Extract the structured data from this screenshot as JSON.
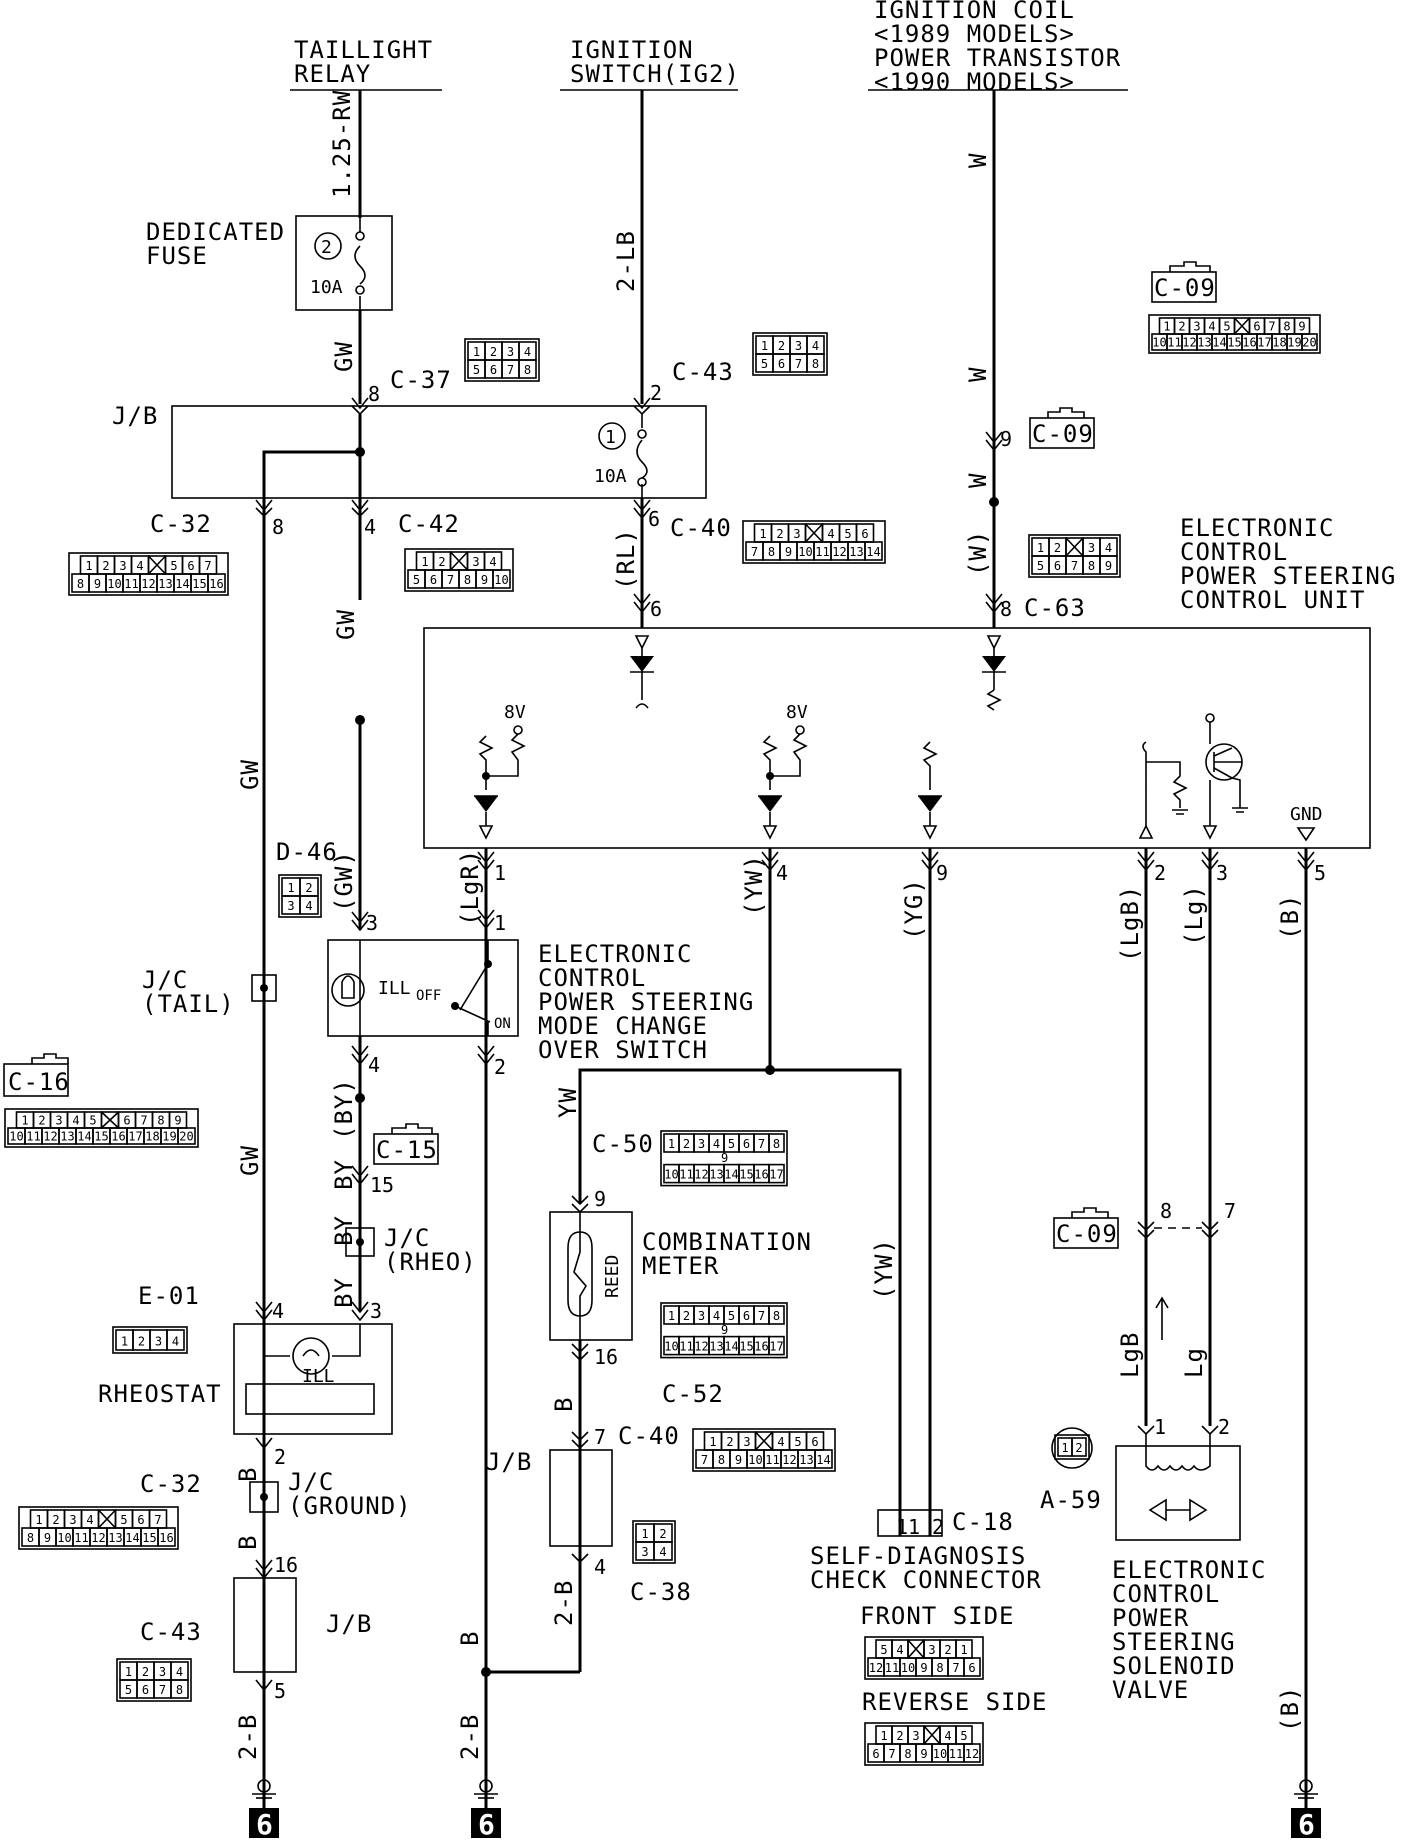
{
  "sources": {
    "taillight": "TAILLIGHT\nRELAY",
    "ignition_switch": "IGNITION\nSWITCH(IG2)",
    "ignition_coil": "IGNITION COIL\n<1989 MODELS>\nPOWER TRANSISTOR\n<1990 MODELS>"
  },
  "fuses": {
    "dedicated_label": "DEDICATED\nFUSE",
    "dedicated_num": "2",
    "dedicated_amp": "10A",
    "jb_num": "1",
    "jb_amp": "10A"
  },
  "wire_colors": {
    "w_rw": "1.25-RW",
    "w_2lb": "2-LB",
    "w_gw": "GW",
    "w_w": "W",
    "w_rl": "(RL)",
    "w_wp": "(W)",
    "w_gwp": "(GW)",
    "w_lgr": "(LgR)",
    "w_yw_p": "(YW)",
    "w_yg": "(YG)",
    "w_lgb_p": "(LgB)",
    "w_lg_p": "(Lg)",
    "w_b_p": "(B)",
    "w_by_p": "(BY)",
    "w_by": "BY",
    "w_yw": "YW",
    "w_b": "B",
    "w_2b": "2-B",
    "w_lgb": "LgB",
    "w_lg": "Lg"
  },
  "connectors": {
    "c37": "C-37",
    "c43": "C-43",
    "c32": "C-32",
    "c42": "C-42",
    "c40": "C-40",
    "c09": "C-09",
    "c63": "C-63",
    "d46": "D-46",
    "c16": "C-16",
    "c15": "C-15",
    "c50": "C-50",
    "c52": "C-52",
    "c18": "C-18",
    "c38": "C-38",
    "e01": "E-01",
    "a59": "A-59"
  },
  "blocks": {
    "jb": "J/B",
    "jc_tail": "J/C\n(TAIL)",
    "jc_rheo": "J/C\n(RHEO)",
    "jc_ground": "J/C\n(GROUND)",
    "rheostat": "RHEOSTAT",
    "ecu": "ELECTRONIC\nCONTROL\nPOWER STEERING\nCONTROL UNIT",
    "switch": "ELECTRONIC\nCONTROL\nPOWER STEERING\nMODE CHANGE\nOVER SWITCH",
    "meter": "COMBINATION\nMETER",
    "reed": "REED",
    "diag": "SELF-DIAGNOSIS\nCHECK CONNECTOR",
    "front_side": "FRONT SIDE",
    "reverse_side": "REVERSE SIDE",
    "valve": "ELECTRONIC\nCONTROL\nPOWER\nSTEERING\nSOLENOID\nVALVE",
    "ill": "ILL",
    "off": "OFF",
    "on": "ON",
    "v8": "8V",
    "gnd": "GND",
    "ground_num": "6"
  },
  "pins": {
    "p8": "8",
    "p2": "2",
    "p9": "9",
    "p4": "4",
    "p6": "6",
    "p1": "1",
    "p3": "3",
    "p5": "5",
    "p15": "15",
    "p7": "7",
    "p16": "16",
    "p11": "11"
  },
  "connector_pins": {
    "c09_big": {
      "top": [
        "1",
        "2",
        "3",
        "4",
        "5",
        "",
        "6",
        "7",
        "8",
        "9"
      ],
      "bot": [
        "10",
        "11",
        "12",
        "13",
        "14",
        "15",
        "16",
        "17",
        "18",
        "19",
        "20"
      ]
    },
    "c16": {
      "top": [
        "1",
        "2",
        "3",
        "4",
        "5",
        "",
        "6",
        "7",
        "8",
        "9"
      ],
      "bot": [
        "10",
        "11",
        "12",
        "13",
        "14",
        "15",
        "16",
        "17",
        "18",
        "19",
        "20"
      ]
    },
    "c37": {
      "top": [
        "1",
        "2",
        "3",
        "4"
      ],
      "bot": [
        "5",
        "6",
        "7",
        "8"
      ]
    },
    "c43_top": {
      "top": [
        "1",
        "2",
        "3",
        "4"
      ],
      "bot": [
        "5",
        "6",
        "7",
        "8"
      ]
    },
    "c43_bot": {
      "top": [
        "1",
        "2",
        "3",
        "4"
      ],
      "bot": [
        "5",
        "6",
        "7",
        "8"
      ]
    },
    "c32_top": {
      "top": [
        "1",
        "2",
        "3",
        "4",
        "",
        "5",
        "6",
        "7"
      ],
      "bot": [
        "8",
        "9",
        "10",
        "11",
        "12",
        "13",
        "14",
        "15",
        "16"
      ]
    },
    "c32_bot": {
      "top": [
        "1",
        "2",
        "3",
        "4",
        "",
        "5",
        "6",
        "7"
      ],
      "bot": [
        "8",
        "9",
        "10",
        "11",
        "12",
        "13",
        "14",
        "15",
        "16"
      ]
    },
    "c42": {
      "top": [
        "1",
        "2",
        "",
        "3",
        "4"
      ],
      "bot": [
        "5",
        "6",
        "7",
        "8",
        "9",
        "10"
      ]
    },
    "c40_top": {
      "top": [
        "1",
        "2",
        "3",
        "",
        "4",
        "5",
        "6"
      ],
      "bot": [
        "7",
        "8",
        "9",
        "10",
        "11",
        "12",
        "13",
        "14"
      ]
    },
    "c40_bot": {
      "top": [
        "1",
        "2",
        "3",
        "",
        "4",
        "5",
        "6"
      ],
      "bot": [
        "7",
        "8",
        "9",
        "10",
        "11",
        "12",
        "13",
        "14"
      ]
    },
    "c63": {
      "top": [
        "1",
        "2",
        "",
        "3",
        "4"
      ],
      "bot": [
        "5",
        "6",
        "7",
        "8",
        "9"
      ]
    },
    "d46": {
      "top": [
        "1",
        "2"
      ],
      "bot": [
        "3",
        "4"
      ]
    },
    "c38": {
      "top": [
        "1",
        "2"
      ],
      "bot": [
        "3",
        "4"
      ]
    },
    "e01": {
      "top": [
        "1",
        "2",
        "3",
        "4"
      ]
    },
    "c50": {
      "top": [
        "1",
        "2",
        "3",
        "4",
        "5",
        "6",
        "7",
        "8"
      ],
      "mid": "9",
      "bot": [
        "10",
        "11",
        "12",
        "13",
        "14",
        "15",
        "16",
        "17"
      ]
    },
    "c52": {
      "top": [
        "1",
        "2",
        "3",
        "4",
        "5",
        "6",
        "7",
        "8"
      ],
      "mid": "9",
      "bot": [
        "10",
        "11",
        "12",
        "13",
        "14",
        "15",
        "16",
        "17"
      ]
    },
    "front": {
      "top": [
        "5",
        "4",
        "",
        "3",
        "2",
        "1"
      ],
      "bot": [
        "12",
        "11",
        "10",
        "9",
        "8",
        "7",
        "6"
      ]
    },
    "reverse": {
      "top": [
        "1",
        "2",
        "3",
        "",
        "4",
        "5"
      ],
      "bot": [
        "6",
        "7",
        "8",
        "9",
        "10",
        "11",
        "12"
      ]
    },
    "a59": {
      "top": [
        "1",
        "2"
      ]
    }
  }
}
